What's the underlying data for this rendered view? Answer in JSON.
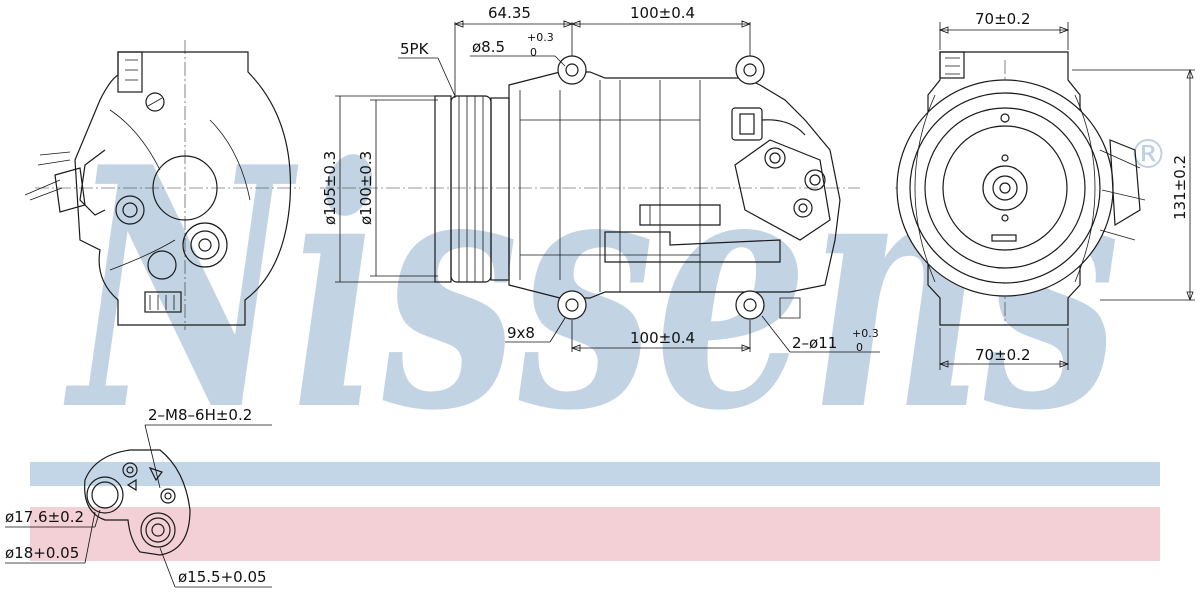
{
  "watermark": {
    "text": "Nissens",
    "registered": "®",
    "color": "#b8cde0"
  },
  "bands": {
    "blue": "#c3d6e8",
    "pink": "#f3cfd6"
  },
  "dimensions": {
    "top_left": "64.35",
    "top_right": "100±0.4",
    "hole_top": "ø8.5",
    "hole_top_tol_upper": "+0.3",
    "hole_top_tol_lower": "0",
    "pulley": "5PK",
    "dia_105": "ø105±0.3",
    "dia_100": "ø100±0.3",
    "bottom_slot": "9x8",
    "bottom_width": "100±0.4",
    "bottom_holes": "2–ø11",
    "bottom_holes_tol_upper": "+0.3",
    "bottom_holes_tol_lower": "0",
    "right_top": "70±0.2",
    "right_bottom": "70±0.2",
    "right_height": "131±0.2",
    "port_thread": "2–M8–6H±0.2",
    "port_a": "ø17.6±0.2",
    "port_b": "ø18+0.05",
    "port_c": "ø15.5+0.05"
  }
}
